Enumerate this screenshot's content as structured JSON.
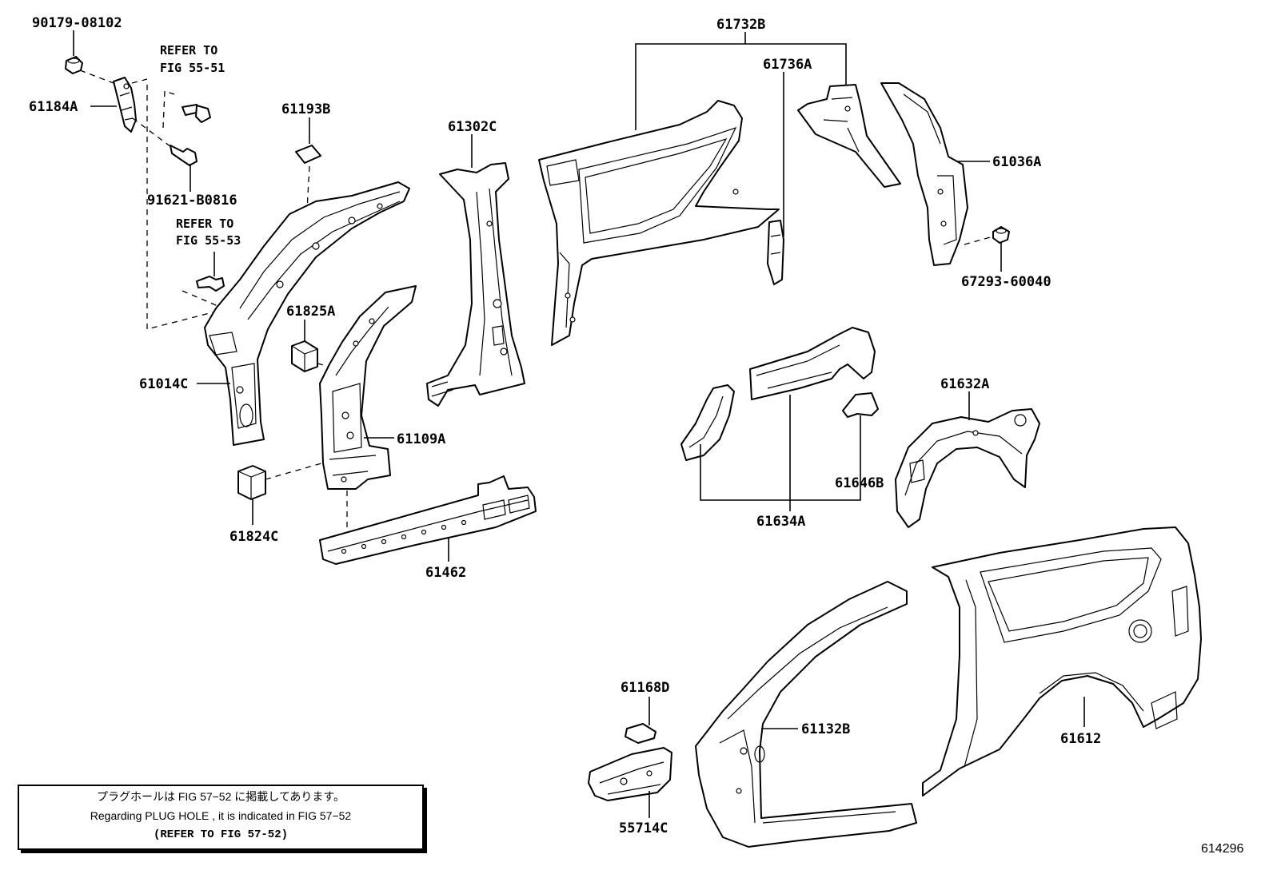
{
  "diagram": {
    "labels": {
      "p90179": "90179-08102",
      "p61184": "61184A",
      "refer1_line1": "REFER TO",
      "refer1_line2": "FIG 55-51",
      "p61193": "61193B",
      "p91621": "91621-B0816",
      "refer2_line1": "REFER TO",
      "refer2_line2": "FIG 55-53",
      "p61014": "61014C",
      "p61825": "61825A",
      "p61109": "61109A",
      "p61824": "61824C",
      "p61462": "61462",
      "p61302": "61302C",
      "p61732": "61732B",
      "p61736": "61736A",
      "p61036": "61036A",
      "p67293": "67293-60040",
      "p61634": "61634A",
      "p61646": "61646B",
      "p61632": "61632A",
      "p61168": "61168D",
      "p55714": "55714C",
      "p61132": "61132B",
      "p61612": "61612"
    },
    "note": {
      "line_jp": "プラグホールは FIG  57−52 に掲載してあります。",
      "line_en": "Regarding  PLUG  HOLE , it is indicated in  FIG  57−52",
      "line_ref": "(REFER TO FIG 57-52)"
    },
    "figure_id": "614296"
  }
}
